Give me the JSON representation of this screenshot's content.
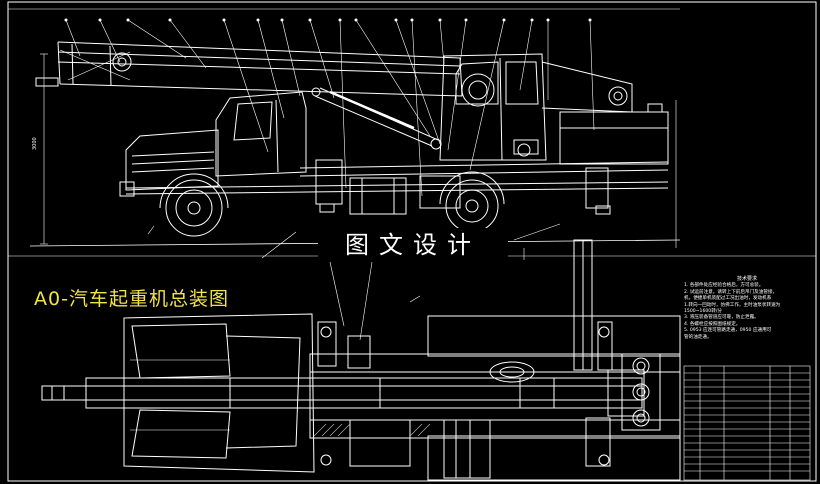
{
  "drawing": {
    "title": "A0-汽车起重机总装图",
    "watermark": "图文设计",
    "dimension_label": "3000",
    "notes": {
      "title": "技术要求",
      "lines": [
        "1. 各部件处应经验合格后，方可总装。",
        "2. 试运前注意，请转上下前后吊门及油管接，",
        "机，便捷单机装配过工况出油时，发动机系",
        "1.转向一回动时，仿佛工作，主时油泵状转速为",
        "1500~1600转/分",
        "3. 液压装备管道应可靠，防止泄露。",
        "4. 各螺栓应按照图纸规定。",
        "5. 0953 应连可管路走通，0950 应通用可",
        "管的油走通。"
      ]
    },
    "colors": {
      "background": "#000000",
      "lines": "#ffffff",
      "title": "#f2e34a",
      "hatch": "#bbbbbb"
    }
  }
}
